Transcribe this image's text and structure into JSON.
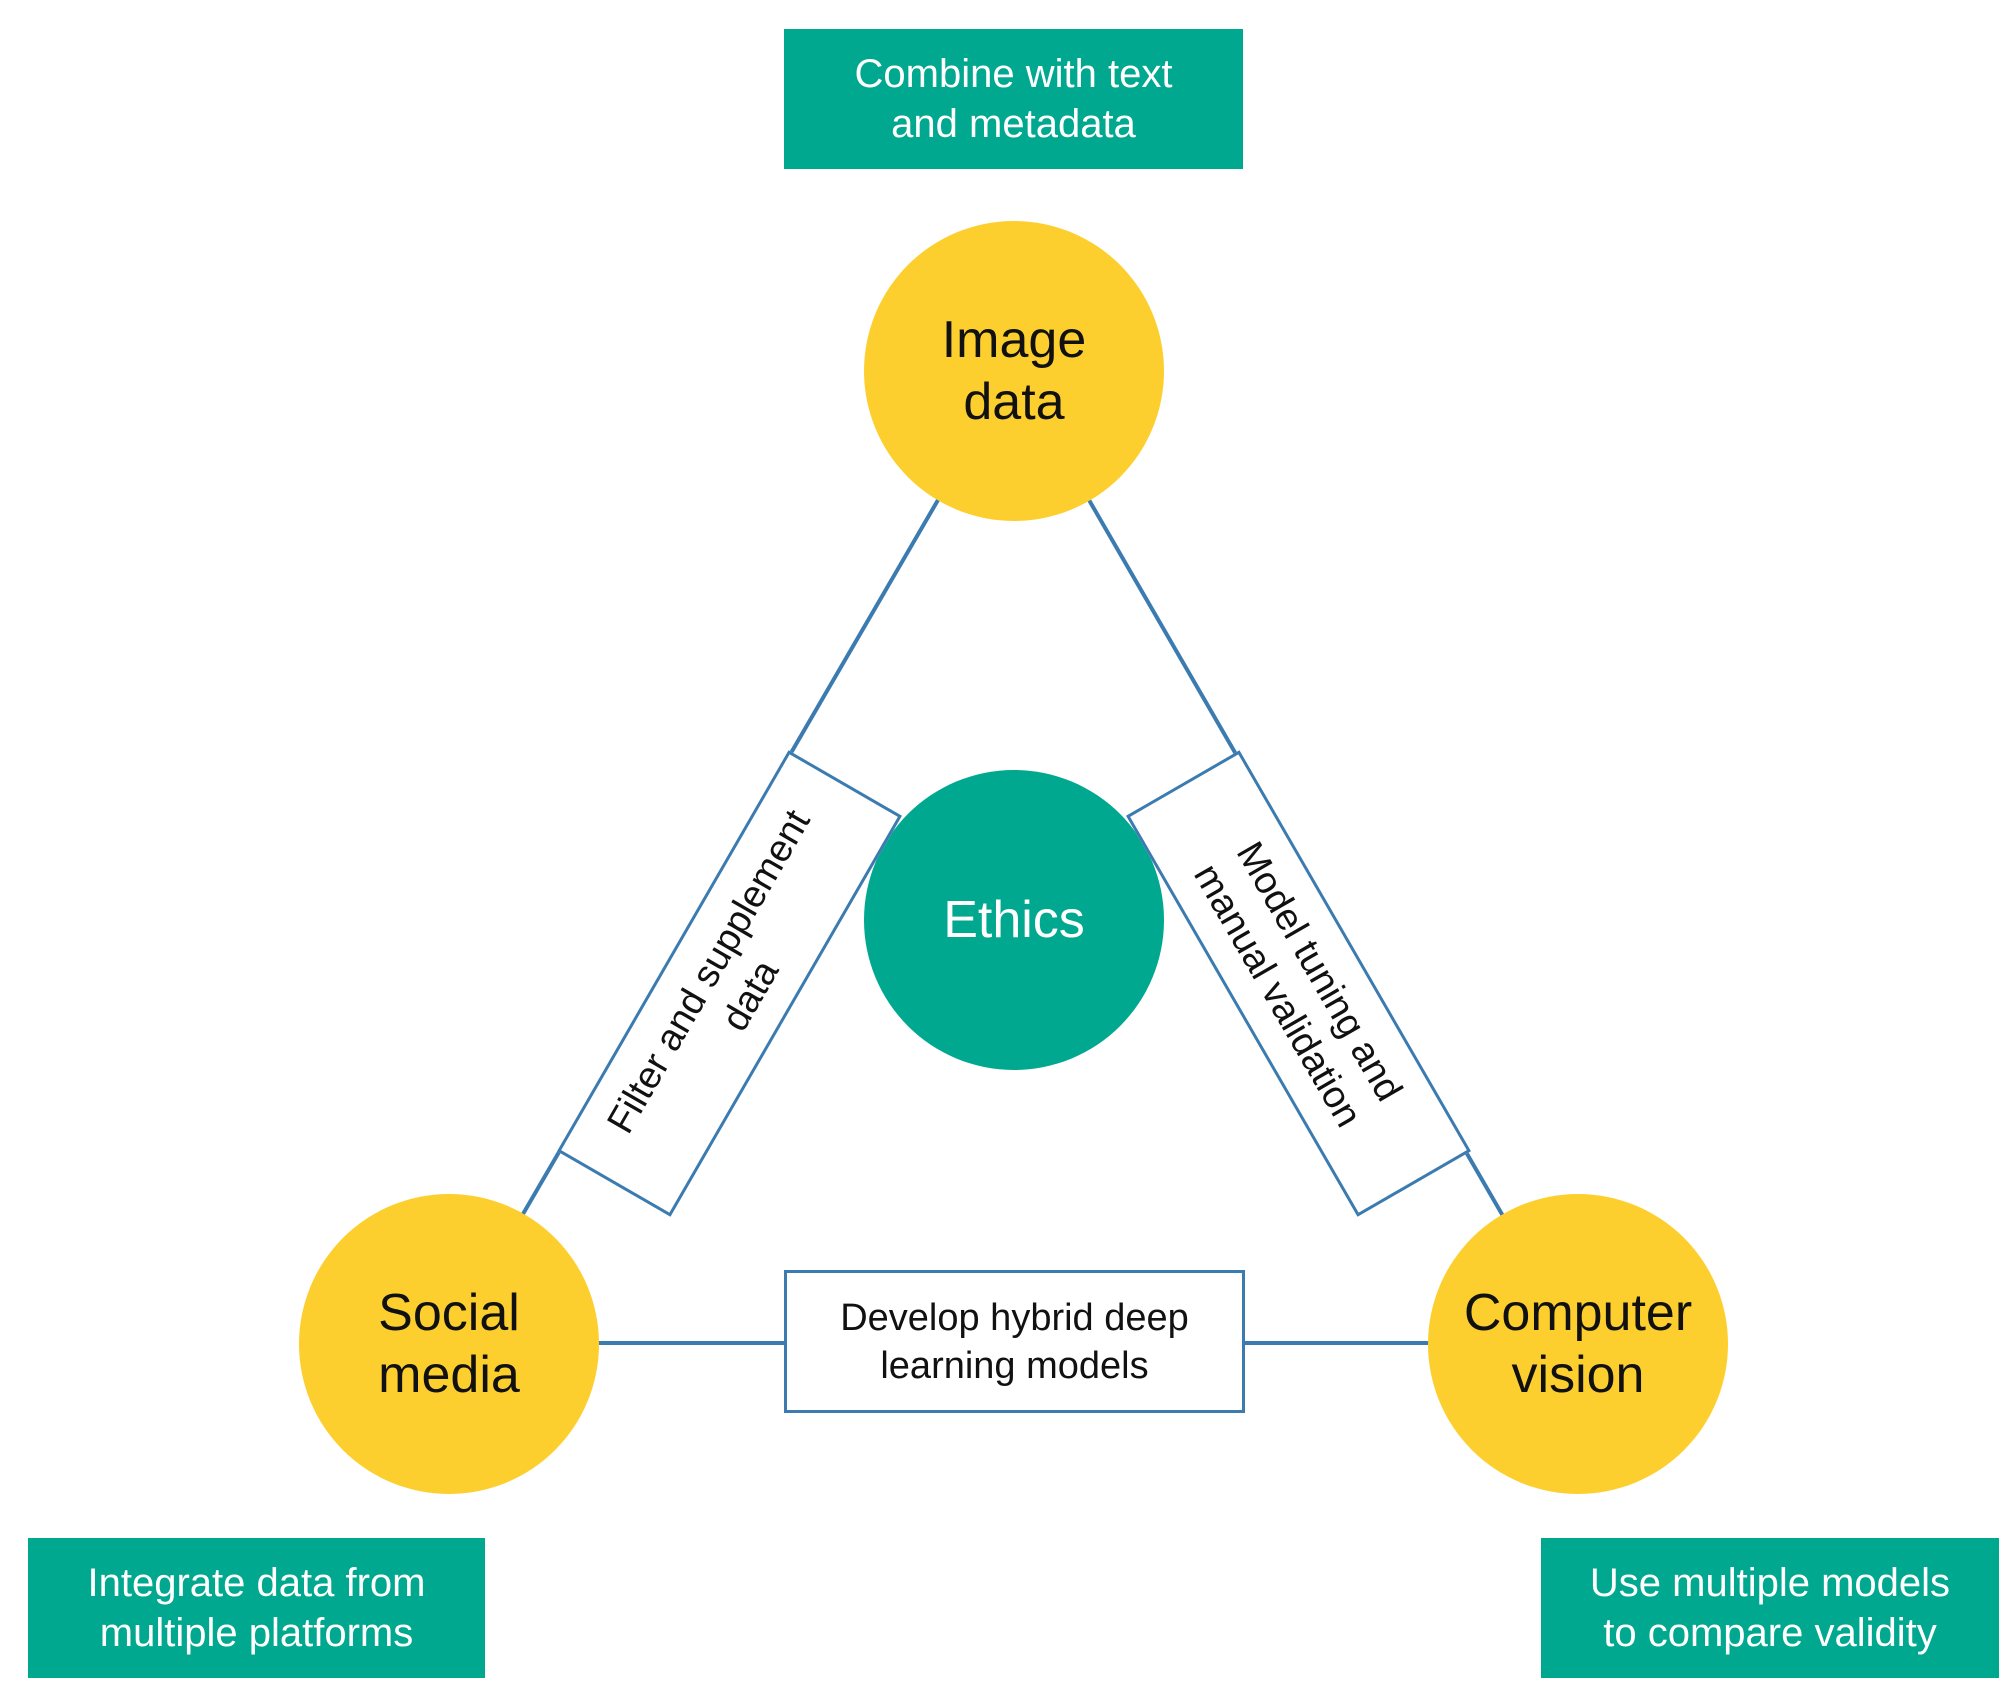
{
  "outer_boxes": {
    "top": {
      "line1": "Combine with text",
      "line2": "and metadata"
    },
    "bottom_left": {
      "line1": "Integrate data from",
      "line2": "multiple platforms"
    },
    "bottom_right": {
      "line1": "Use multiple models",
      "line2": "to compare validity"
    }
  },
  "nodes": {
    "image_data": {
      "line1": "Image",
      "line2": "data"
    },
    "social_media": {
      "line1": "Social",
      "line2": "media"
    },
    "computer_vision": {
      "line1": "Computer",
      "line2": "vision"
    },
    "ethics": {
      "label": "Ethics"
    }
  },
  "edges": {
    "left": {
      "line1": "Filter and supplement",
      "line2": "data"
    },
    "right": {
      "line1": "Model tuning and",
      "line2": "manual validation"
    },
    "bottom": {
      "line1": "Develop hybrid deep",
      "line2": "learning models"
    }
  },
  "colors": {
    "teal": "#00a88f",
    "yellow": "#fdcf2e",
    "edge_blue": "#3b7bb0"
  }
}
